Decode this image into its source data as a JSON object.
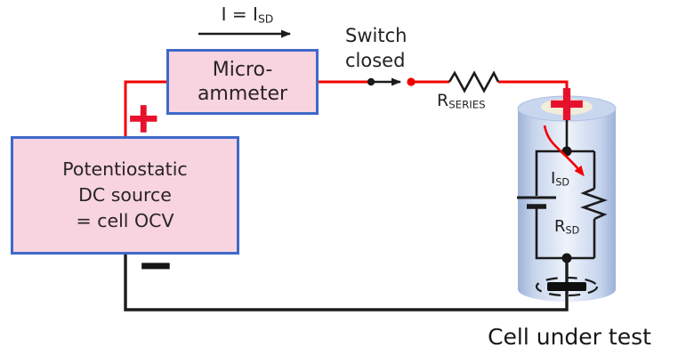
{
  "diagram": {
    "current_arrow": {
      "main": "I = I",
      "sub": "SD"
    },
    "ammeter_box": {
      "line1": "Micro-",
      "line2": "ammeter"
    },
    "source_box": {
      "line1": "Potentiostatic",
      "line2": "DC source",
      "line3": "= cell OCV"
    },
    "source_polarity": {
      "plus": "+",
      "minus": "−"
    },
    "switch_label": {
      "line1": "Switch",
      "line2": "closed"
    },
    "series_resistor_label": {
      "main": "R",
      "sub": "SERIES"
    },
    "cell": {
      "positive": "+",
      "sd_current_label": {
        "main": "I",
        "sub": "SD"
      },
      "sd_resistor_label": {
        "main": "R",
        "sub": "SD"
      },
      "caption": "Cell under test"
    },
    "colors": {
      "wire_red": "#f20000",
      "wire_black": "#1b1b1b",
      "box_fill": "#f7d4e0",
      "box_border": "#3f69c9",
      "terminal_red": "#e8112d",
      "cell_body_edge": "#9db2d8",
      "cell_body_center": "#eff3fb",
      "cell_top_ring": "#c9d7ee",
      "cell_top_inner": "#f2edda"
    }
  }
}
